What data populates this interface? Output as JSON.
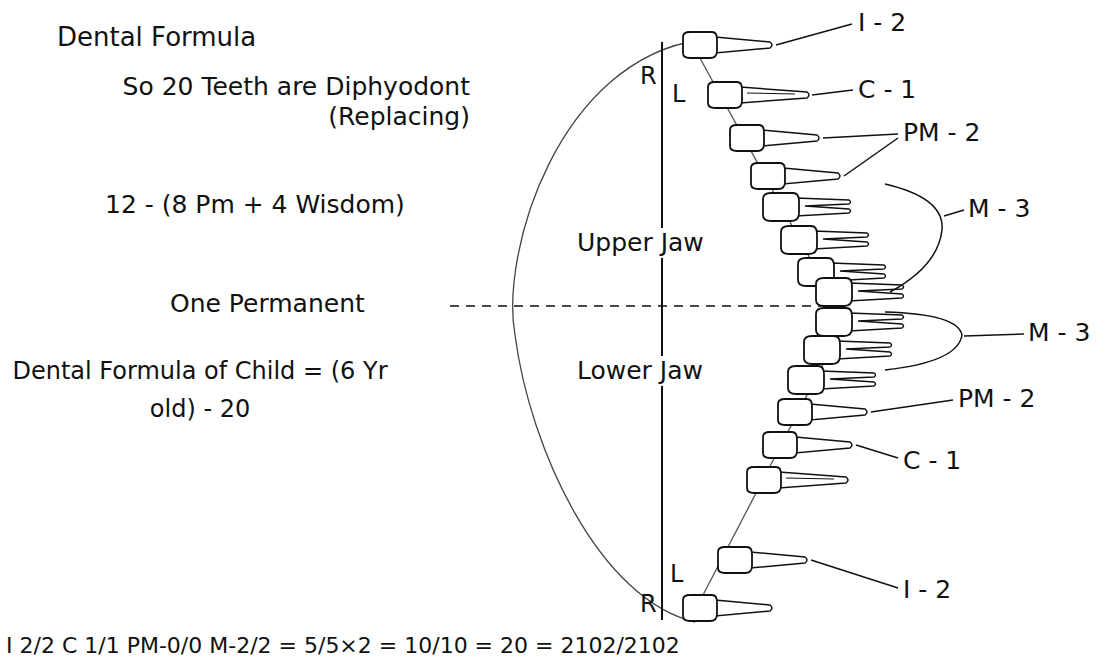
{
  "diagram": {
    "title": "Dental Formula",
    "labels": [
      "So 20 Teeth are Diphyodont (Replacing)",
      "12 - (8 Pm + 4 Wisdom)",
      "One Permanent",
      "Dental Formula of Child = (6 Yr old) - 20",
      "Upper Jaw",
      "Lower Jaw",
      "R",
      "L",
      "L",
      "R",
      "I - 2",
      "C - 1",
      "PM - 2",
      "M - 3",
      "M - 3",
      "PM - 2",
      "C - 1",
      "I - 2",
      "I 2/2 C 1/1 PM-0/0 M-2/2 = 5/5×2 = 10/10 = 20 = 2102/2102"
    ]
  }
}
